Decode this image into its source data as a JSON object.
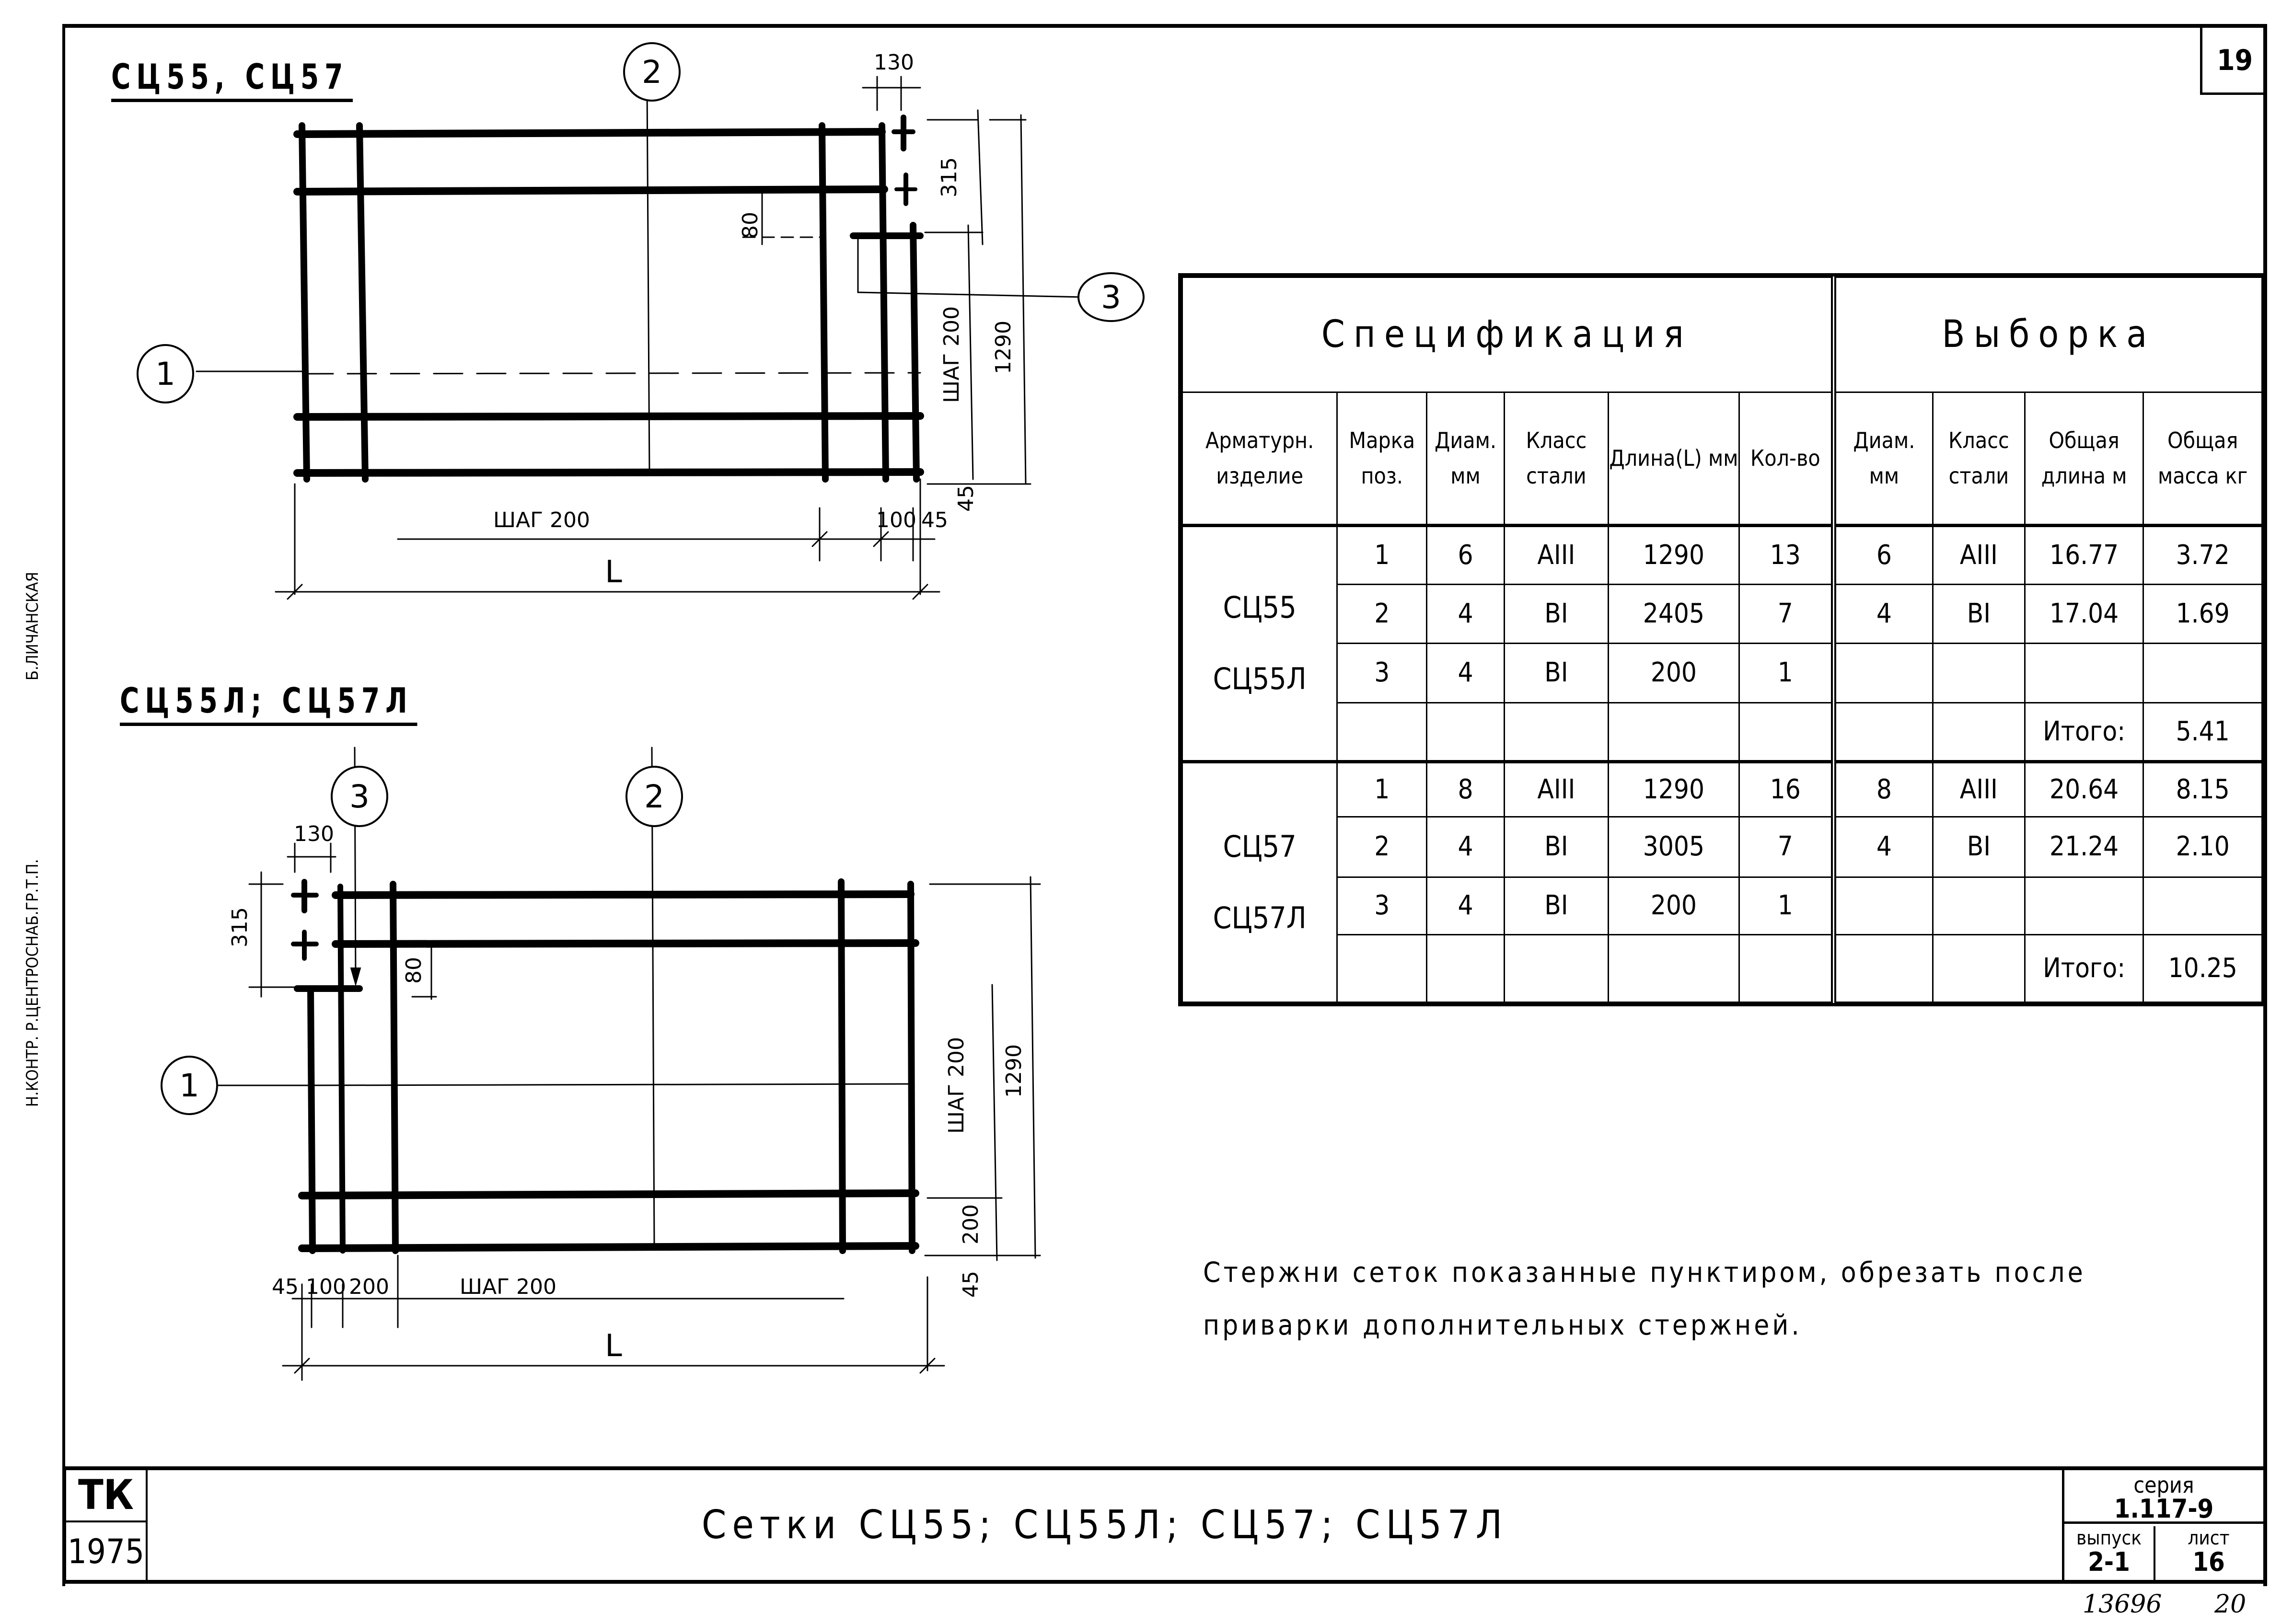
{
  "sheet": {
    "page_number": "19",
    "margin_labels": [
      "Б.ЛИЧАНСКАЯ",
      "Н.КОНТР. Р.ЦЕНТРОСНАБ.ГР.Т.П."
    ]
  },
  "drawing_top": {
    "title": "СЦ55, СЦ57",
    "callouts": [
      "1",
      "2",
      "3"
    ],
    "dims": {
      "d130": "130",
      "d315": "315",
      "d80": "80",
      "step_v": "ШАГ 200",
      "d1290": "1290",
      "step_h": "ШАГ 200",
      "d100": "100",
      "d45a": "45",
      "d45b": "45",
      "L": "L"
    }
  },
  "drawing_bottom": {
    "title": "СЦ55Л; СЦ57Л",
    "callouts": [
      "3",
      "2",
      "1"
    ],
    "dims": {
      "d130": "130",
      "d315": "315",
      "d80": "80",
      "step_v": "ШАГ 200",
      "d1290": "1290",
      "d200v": "200",
      "d45v": "45",
      "d45": "45",
      "d100": "100",
      "d200": "200",
      "step_h": "ШАГ 200",
      "L": "L"
    }
  },
  "table": {
    "spec_title": "Спецификация",
    "sample_title": "Выборка",
    "headers": [
      "Арматурн. изделие",
      "Марка поз.",
      "Диам. мм",
      "Класс стали",
      "Длина(L) мм",
      "Кол-во",
      "Диам. мм",
      "Класс стали",
      "Общая длина м",
      "Общая масса кг"
    ],
    "groups": [
      {
        "products": [
          "СЦ55",
          "СЦ55Л"
        ],
        "rows": [
          [
            "1",
            "6",
            "AIII",
            "1290",
            "13",
            "6",
            "AIII",
            "16.77",
            "3.72"
          ],
          [
            "2",
            "4",
            "BI",
            "2405",
            "7",
            "4",
            "BI",
            "17.04",
            "1.69"
          ],
          [
            "3",
            "4",
            "BI",
            "200",
            "1",
            "",
            "",
            "",
            ""
          ]
        ],
        "total_label": "Итого:",
        "total_value": "5.41"
      },
      {
        "products": [
          "СЦ57",
          "СЦ57Л"
        ],
        "rows": [
          [
            "1",
            "8",
            "AIII",
            "1290",
            "16",
            "8",
            "AIII",
            "20.64",
            "8.15"
          ],
          [
            "2",
            "4",
            "BI",
            "3005",
            "7",
            "4",
            "BI",
            "21.24",
            "2.10"
          ],
          [
            "3",
            "4",
            "BI",
            "200",
            "1",
            "",
            "",
            "",
            ""
          ]
        ],
        "total_label": "Итого:",
        "total_value": "10.25"
      }
    ]
  },
  "note": {
    "line1": "Стержни сеток показанные пунктиром, обрезать после",
    "line2": "приварки дополнительных стержней."
  },
  "title_block": {
    "org": "ТК",
    "year": "1975",
    "title": "Сетки СЦ55; СЦ55Л; СЦ57; СЦ57Л",
    "series_label": "серия",
    "series_value": "1.117-9",
    "issue_label": "выпуск",
    "issue_value": "2-1",
    "sheet_label": "лист",
    "sheet_value": "16"
  },
  "archive": {
    "number": "13696",
    "page": "20"
  }
}
